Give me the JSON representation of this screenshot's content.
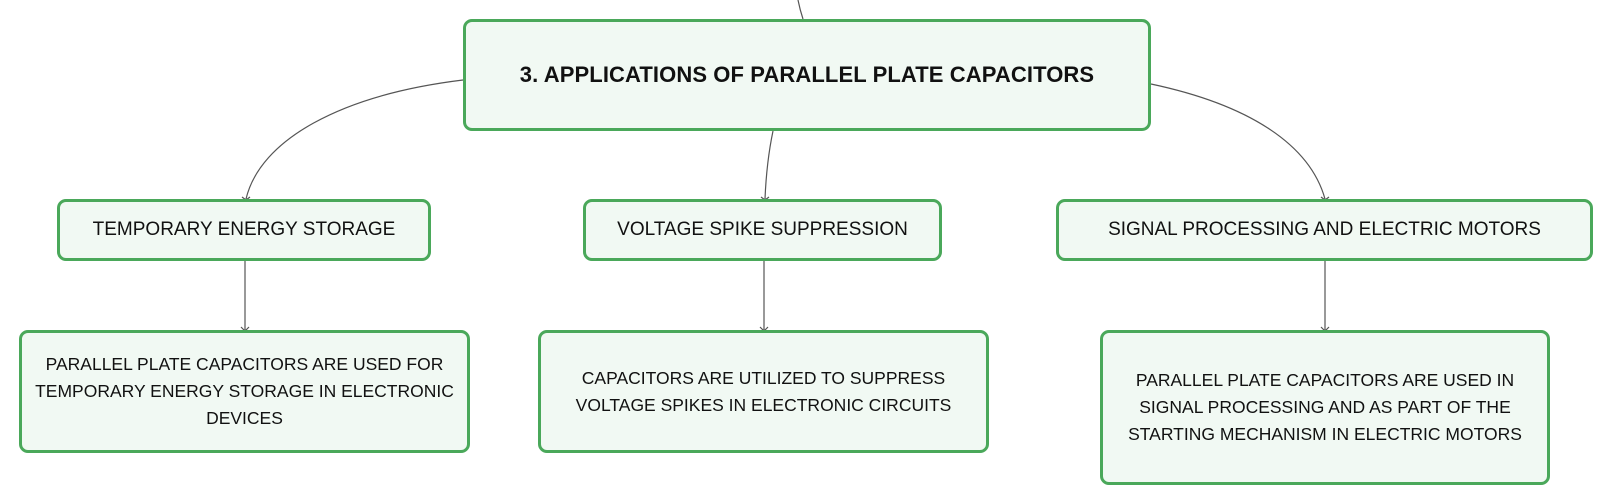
{
  "root": {
    "title": "3. APPLICATIONS OF PARALLEL PLATE CAPACITORS"
  },
  "branches": [
    {
      "label": "TEMPORARY ENERGY STORAGE",
      "detail": "PARALLEL PLATE CAPACITORS ARE USED FOR TEMPORARY ENERGY STORAGE IN ELECTRONIC DEVICES"
    },
    {
      "label": "VOLTAGE SPIKE SUPPRESSION",
      "detail": "CAPACITORS ARE UTILIZED TO SUPPRESS VOLTAGE SPIKES IN ELECTRONIC CIRCUITS"
    },
    {
      "label": "SIGNAL PROCESSING AND ELECTRIC MOTORS",
      "detail": "PARALLEL PLATE CAPACITORS ARE USED IN SIGNAL PROCESSING AND AS PART OF THE STARTING MECHANISM IN ELECTRIC MOTORS"
    }
  ],
  "colors": {
    "node_border": "#4aa85a",
    "node_fill": "#f1f9f3",
    "connector": "#555555",
    "text": "#111111"
  }
}
